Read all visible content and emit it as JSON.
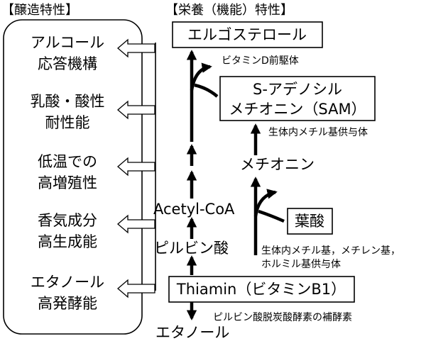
{
  "headers": {
    "brewing": "【醸造特性】",
    "nutrition": "【栄養（機能）特性】"
  },
  "brewing_traits": [
    {
      "line1": "アルコール",
      "line2": "応答機構"
    },
    {
      "line1": "乳酸・酸性",
      "line2": "耐性能"
    },
    {
      "line1": "低温での",
      "line2": "高増殖性"
    },
    {
      "line1": "香気成分",
      "line2": "高生成能"
    },
    {
      "line1": "エタノール",
      "line2": "高発酵能"
    }
  ],
  "nodes": {
    "ergosterol": "エルゴステロール",
    "sam_line1": "S-アデノシル",
    "sam_line2": "メチオニン（SAM）",
    "methionine": "メチオニン",
    "acetyl_coa": "Acetyl-CoA",
    "folate": "葉酸",
    "pyruvate": "ピルビン酸",
    "thiamin": "Thiamin（ビタミンB1）",
    "ethanol": "エタノール"
  },
  "notes": {
    "vitamin_d": "ビタミンD前駆体",
    "methyl_donor": "生体内メチル基供与体",
    "folate_line1": "生体内メチル基，メチレン基，",
    "folate_line2": "ホルミル基供与体",
    "coenzyme": "ピルビン酸脱炭酸酵素の補酵素"
  },
  "icons": {
    "trait_arrow": "hollow-left-arrow",
    "flow_arrow": "solid-up-arrow"
  },
  "colors": {
    "line": "#000000",
    "background": "#ffffff"
  }
}
